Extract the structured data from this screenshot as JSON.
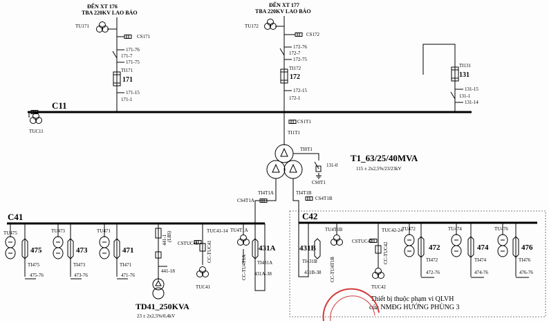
{
  "feeders_top": {
    "f171": {
      "dest1": "ĐẾN XT 176",
      "dest2": "TBA 220KV LAO BẢO",
      "tu": "TU171",
      "cs": "CS171",
      "ds_e": "171-76",
      "ds_7": "171-7",
      "ds_75": "171-75",
      "ti": "TI171",
      "cb": "171",
      "ds_15": "171-15",
      "ds_1": "171-1"
    },
    "f172": {
      "dest1": "ĐẾN XT 177",
      "dest2": "TBA 220KV LAO BẢO",
      "tu": "TU172",
      "cs": "CS172",
      "ds_e": "172-76",
      "ds_7": "172-7",
      "ds_75": "172-75",
      "ti": "TI172",
      "cb": "172",
      "ds_15": "172-15",
      "ds_1": "172-1"
    },
    "f131": {
      "ti": "TI131",
      "cb": "131",
      "ds_15": "131-15",
      "ds_1": "131-1",
      "ds_14": "131-14"
    }
  },
  "bus_c11": {
    "label": "C11",
    "tu": "TUC11"
  },
  "transformer": {
    "cs": "CS1T1",
    "ti_hv": "TI1T1",
    "ti_0": "TI0T1",
    "ds_0": "131-0",
    "cs_0": "CS0T1",
    "name": "T1_63/25/40MVA",
    "ratio": "115 ± 2x2,5%/23/23kV",
    "ti_4a": "TI4T1A",
    "ti_4b": "TI4T1B",
    "cs_4a": "CS4T1A",
    "cs_4b": "CS4T1B"
  },
  "bus_c41": {
    "label": "C41",
    "f475": {
      "tu": "TU475",
      "cb": "475",
      "ti": "TI475",
      "ds": "475-76"
    },
    "f473": {
      "tu": "TU473",
      "cb": "473",
      "ti": "TI473",
      "ds": "473-76"
    },
    "f471": {
      "tu": "TU471",
      "cb": "471",
      "ti": "TI471",
      "ds": "471-76"
    },
    "td": {
      "fuse": "441-1",
      "lbs": "(LBS)",
      "ds": "441-18",
      "name": "TD41_250KVA",
      "ratio": "23 ± 2x2,5%/0,4kV"
    },
    "tuc": {
      "cs": "CSTUC41",
      "ds": "TUC41-14",
      "cc": "CC-TUC41",
      "tu": "TUC41"
    },
    "f431a": {
      "tu": "TU4T1A",
      "cb": "431A",
      "cc": "CC-TU4T1A",
      "ti": "TI431A",
      "ds": "431A-38"
    }
  },
  "bus_c42": {
    "label": "C42",
    "f431b": {
      "tu": "TU4T1B",
      "cb": "431B",
      "cc": "CC-TU4T1B",
      "ti": "TI431B",
      "ds": "431B-38"
    },
    "tuc": {
      "cs": "CSTUC42",
      "ds": "TUC42-24",
      "cc": "CC-TUC42",
      "tu": "TUC42"
    },
    "f472": {
      "tu": "TU472",
      "cb": "472",
      "ti": "TI472",
      "ds": "472-76"
    },
    "f474": {
      "tu": "TU474",
      "cb": "474",
      "ti": "TI474",
      "ds": "474-76"
    },
    "f476": {
      "tu": "TU476",
      "cb": "476",
      "ti": "TI476",
      "ds": "476-76"
    },
    "note1": "Thiết bị thuộc phạm vi QLVH",
    "note2": "của NMĐG HƯỚNG PHÙNG 3"
  },
  "colors": {
    "line": "#000000",
    "stamp": "#d33a3a"
  }
}
